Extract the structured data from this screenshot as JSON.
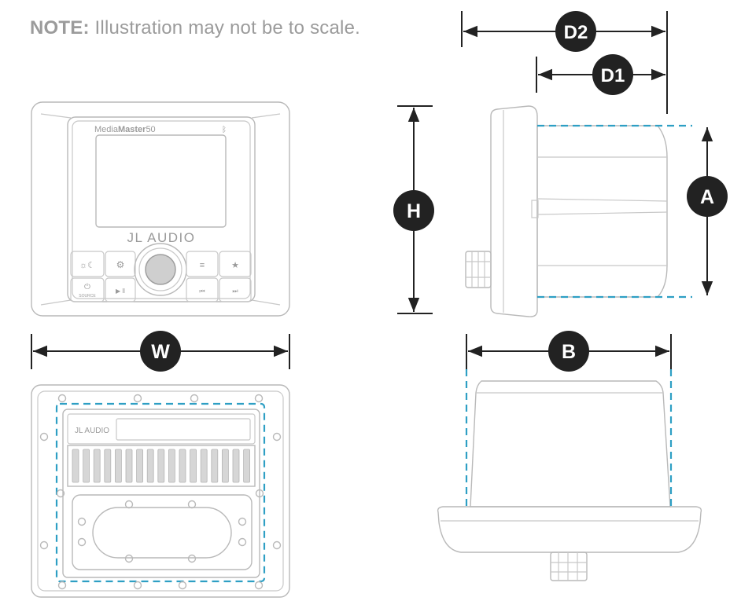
{
  "note": {
    "prefix": "NOTE:",
    "text": "Illustration may not be to scale."
  },
  "dimensions": {
    "d2": "D2",
    "d1": "D1",
    "h": "H",
    "a": "A",
    "w": "W",
    "b": "B"
  },
  "front_view": {
    "model_prefix": "Media",
    "model_name": "Master",
    "model_number": "50",
    "brand": "JL AUDIO",
    "source_label": "SOURCE"
  },
  "rear_view": {
    "brand": "JL AUDIO"
  },
  "colors": {
    "badge": "#222222",
    "dashed_outline": "#2e9fc4",
    "illustration_line": "#b9b9b9",
    "note_text": "#9b9b9b"
  }
}
